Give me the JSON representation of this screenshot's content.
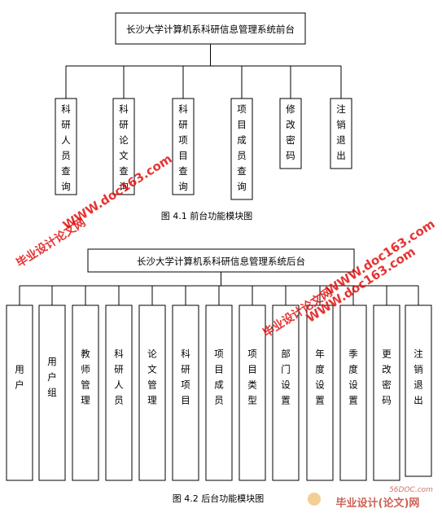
{
  "diagram1": {
    "root": "长沙大学计算机系科研信息管理系统前台",
    "children": [
      "科研人员查询",
      "科研论文查询",
      "科研项目查询",
      "项目成员查询",
      "修改密码",
      "注销退出"
    ],
    "caption": "图 4.1 前台功能模块图"
  },
  "diagram2": {
    "root": "长沙大学计算机系科研信息管理系统后台",
    "children": [
      "用户",
      "用户组",
      "教师管理",
      "科研人员",
      "论文管理",
      "科研项目",
      "项目成员",
      "项目类型",
      "部门设置",
      "年度设置",
      "季度设置",
      "更改密码",
      "注销退出"
    ],
    "caption": "图 4.2 后台功能模块图"
  },
  "watermarks": {
    "url": "WWW.doc163.com",
    "brand": "毕业设计论文网",
    "corner_site": "56DOC.com",
    "corner_brand": "毕业设计(论文)网",
    "colors": {
      "red": "#e01010",
      "corner": "#c0392b"
    }
  }
}
